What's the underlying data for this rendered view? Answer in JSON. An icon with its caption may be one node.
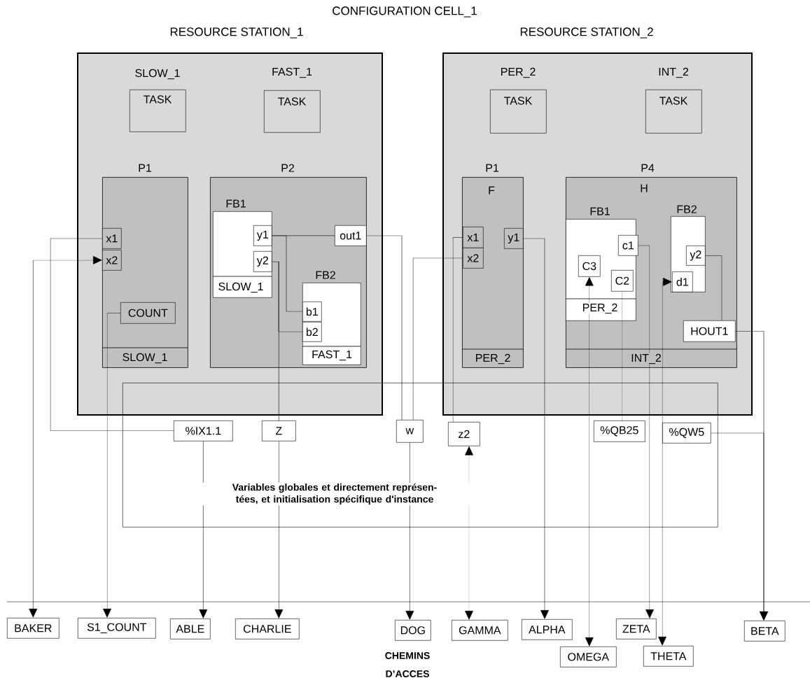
{
  "diagram": {
    "title": "CONFIGURATION CELL_1",
    "nodes": [
      {
        "text": [
          "RESOURCE STATION_1"
        ]
      },
      {
        "text": [
          "SLOW_1",
          "TASK"
        ],
        "in": 0
      },
      {
        "text": [
          "FAST_1",
          "TASK"
        ],
        "in": 0
      },
      {
        "text": [
          "P1",
          "SLOW_1"
        ],
        "in": 0
      },
      {
        "text": [
          "x1"
        ],
        "in": 3
      },
      {
        "text": [
          "x2"
        ],
        "in": 3
      },
      {
        "text": [
          "COUNT"
        ],
        "in": 3
      },
      {
        "text": [
          "P2"
        ],
        "in": 0
      },
      {
        "text": [
          "FB1",
          "SLOW_1"
        ],
        "in": 7
      },
      {
        "text": [
          "y1"
        ],
        "in": 8
      },
      {
        "text": [
          "y2"
        ],
        "in": 8
      },
      {
        "text": [
          "FB2",
          "FAST_1"
        ],
        "in": 7
      },
      {
        "text": [
          "b1"
        ],
        "in": 11
      },
      {
        "text": [
          "b2"
        ],
        "in": 11
      },
      {
        "text": [
          "out1"
        ],
        "in": 7
      },
      {
        "text": [
          "RESOURCE STATION_2"
        ]
      },
      {
        "text": [
          "PER_2",
          "TASK"
        ],
        "in": 15
      },
      {
        "text": [
          "INT_2",
          "TASK"
        ],
        "in": 15
      },
      {
        "text": [
          "P1",
          "F",
          "PER_2"
        ],
        "in": 15
      },
      {
        "text": [
          "x1"
        ],
        "in": 18
      },
      {
        "text": [
          "x2"
        ],
        "in": 18
      },
      {
        "text": [
          "y1"
        ],
        "in": 18
      },
      {
        "text": [
          "P4",
          "H",
          "INT_2"
        ],
        "in": 15
      },
      {
        "text": [
          "FB1",
          "PER_2"
        ],
        "in": 22
      },
      {
        "text": [
          "c1"
        ],
        "in": 23
      },
      {
        "text": [
          "C3"
        ],
        "in": 23
      },
      {
        "text": [
          "C2"
        ],
        "in": 23
      },
      {
        "text": [
          "FB2"
        ],
        "in": 22
      },
      {
        "text": [
          "y2"
        ],
        "in": 27
      },
      {
        "text": [
          "d1"
        ],
        "in": 27
      },
      {
        "text": [
          "HOUT1"
        ],
        "in": 22
      },
      {
        "text": [
          "Variables globales et directement représen- tées, et initialisation spécifique d'instance"
        ]
      },
      {
        "text": [
          "%IX1.1"
        ],
        "in": 31
      },
      {
        "text": [
          "Z"
        ],
        "in": 31
      },
      {
        "text": [
          "w"
        ],
        "in": 31
      },
      {
        "text": [
          "z2"
        ],
        "in": 31
      },
      {
        "text": [
          "%QB25"
        ],
        "in": 31
      },
      {
        "text": [
          "%QW5"
        ],
        "in": 31
      },
      {
        "text": [
          "BAKER"
        ]
      },
      {
        "text": [
          "S1_COUNT"
        ]
      },
      {
        "text": [
          "ABLE"
        ]
      },
      {
        "text": [
          "CHARLIE"
        ]
      },
      {
        "text": [
          "DOG"
        ]
      },
      {
        "text": [
          "GAMMA"
        ]
      },
      {
        "text": [
          "ALPHA"
        ]
      },
      {
        "text": [
          "OMEGA"
        ]
      },
      {
        "text": [
          "ZETA"
        ]
      },
      {
        "text": [
          "THETA"
        ]
      },
      {
        "text": [
          "BETA"
        ]
      }
    ],
    "edges": [
      {
        "from": 4,
        "to": 32,
        "arrow": "none"
      },
      {
        "from": 5,
        "to": 38,
        "arrow": "both"
      },
      {
        "from": 6,
        "to": 39,
        "arrow": "to"
      },
      {
        "from": 32,
        "to": 40,
        "arrow": "to"
      },
      {
        "from": 9,
        "to": 14,
        "arrow": "none"
      },
      {
        "from": 9,
        "to": 12,
        "arrow": "none"
      },
      {
        "from": 10,
        "to": 13,
        "arrow": "none"
      },
      {
        "from": 10,
        "to": 33,
        "arrow": "none"
      },
      {
        "from": 33,
        "to": 41,
        "arrow": "to"
      },
      {
        "from": 14,
        "to": 34,
        "arrow": "none"
      },
      {
        "from": 20,
        "to": 34,
        "arrow": "none"
      },
      {
        "from": 34,
        "to": 42,
        "arrow": "to"
      },
      {
        "from": 19,
        "to": 35,
        "arrow": "none"
      },
      {
        "from": 35,
        "to": 43,
        "arrow": "both"
      },
      {
        "from": 21,
        "to": 44,
        "arrow": "to"
      },
      {
        "from": 25,
        "to": 45,
        "arrow": "both"
      },
      {
        "from": 26,
        "to": 36,
        "arrow": "none"
      },
      {
        "from": 24,
        "to": 46,
        "arrow": "to"
      },
      {
        "from": 29,
        "to": 47,
        "arrow": "both"
      },
      {
        "from": 28,
        "to": 30,
        "arrow": "none"
      },
      {
        "from": 30,
        "to": 48,
        "arrow": "to"
      },
      {
        "from": 37,
        "to": 48,
        "arrow": "to"
      }
    ],
    "labels": [
      "CHEMINS D’ACCES"
    ]
  }
}
